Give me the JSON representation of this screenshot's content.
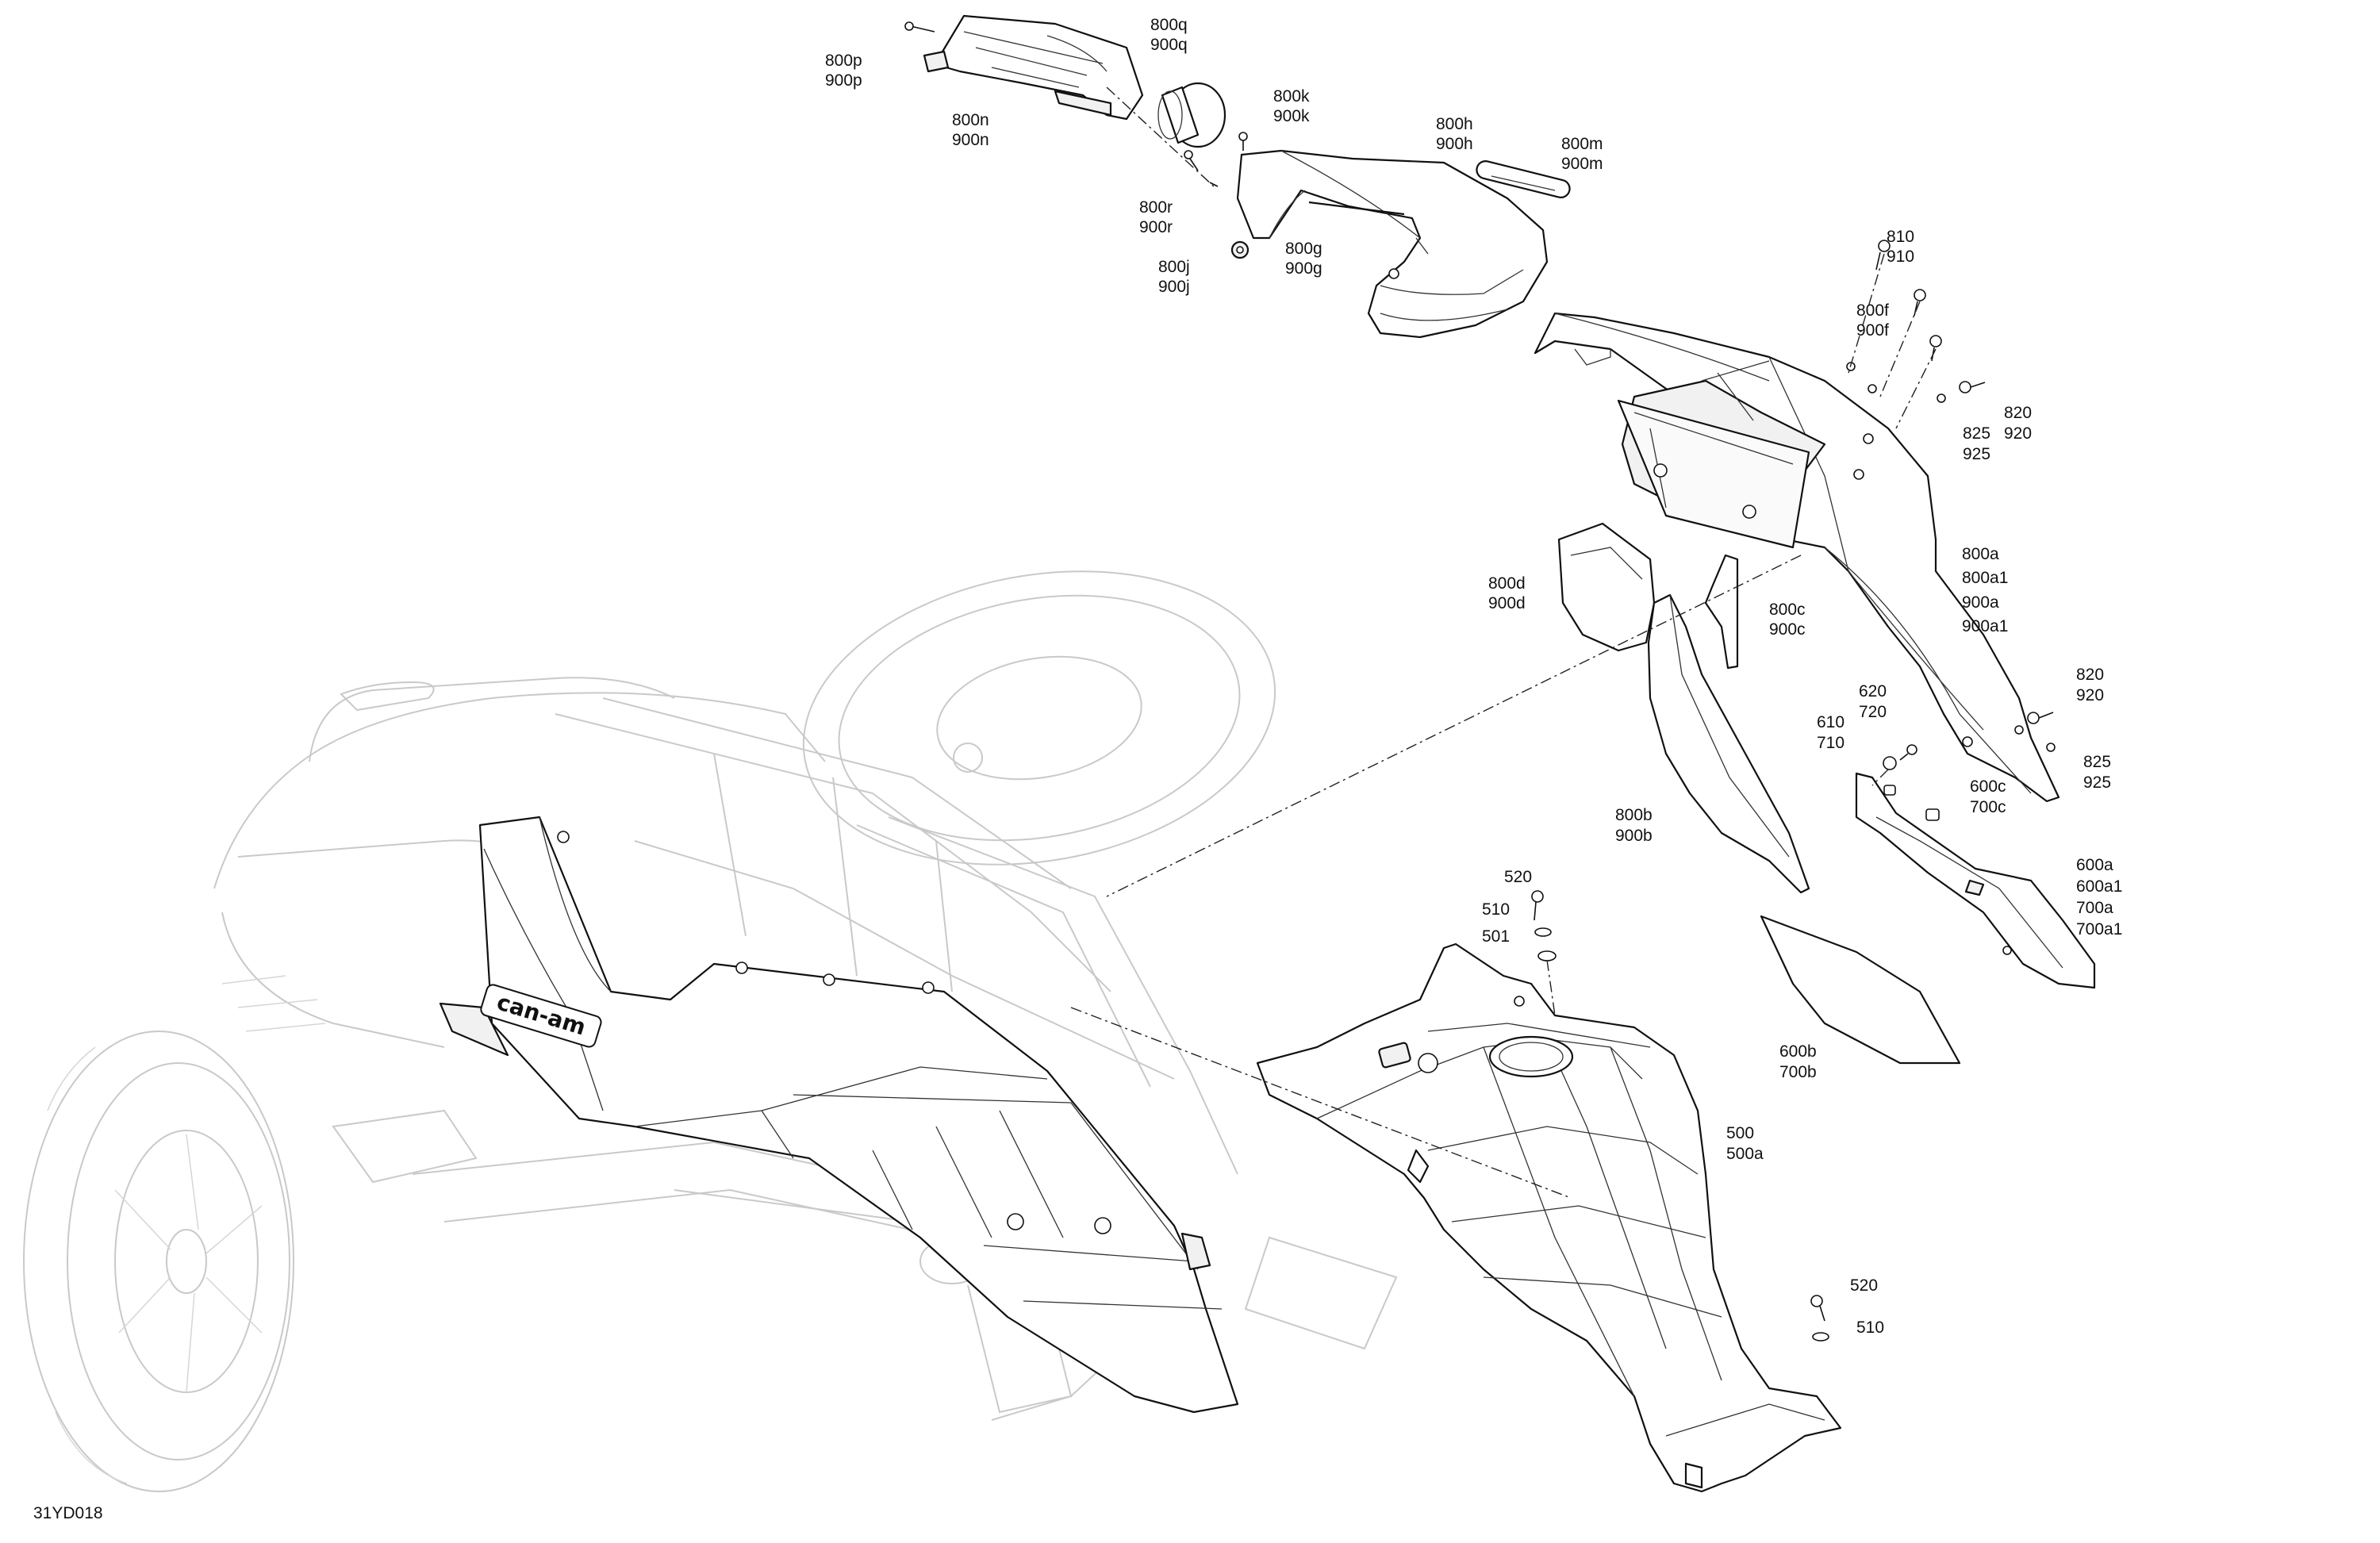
{
  "diagram_id": "31YD018",
  "brand_text": "can-am",
  "labels": {
    "l800p": "800p",
    "l900p": "900p",
    "l800q": "800q",
    "l900q": "900q",
    "l800n": "800n",
    "l900n": "900n",
    "l800k": "800k",
    "l900k": "900k",
    "l800h": "800h",
    "l900h": "900h",
    "l800m": "800m",
    "l900m": "900m",
    "l800r": "800r",
    "l900r": "900r",
    "l800g": "800g",
    "l900g": "900g",
    "l800j": "800j",
    "l900j": "900j",
    "l810": "810",
    "l910": "910",
    "l800f": "800f",
    "l900f": "900f",
    "l820a": "820",
    "l920a": "920",
    "l825a": "825",
    "l925a": "925",
    "l800d": "800d",
    "l900d": "900d",
    "l800c": "800c",
    "l900c": "900c",
    "l800a": "800a",
    "l800a1": "800a1",
    "l900a": "900a",
    "l900a1": "900a1",
    "l820b": "820",
    "l920b": "920",
    "l620": "620",
    "l720": "720",
    "l610": "610",
    "l710": "710",
    "l825b": "825",
    "l925b": "925",
    "l600c": "600c",
    "l700c": "700c",
    "l800b": "800b",
    "l900b": "900b",
    "l600a": "600a",
    "l600a1": "600a1",
    "l700a": "700a",
    "l700a1": "700a1",
    "l520a": "520",
    "l510a": "510",
    "l501": "501",
    "l600b": "600b",
    "l700b": "700b",
    "l500": "500",
    "l500a": "500a",
    "l520b": "520",
    "l510b": "510"
  }
}
